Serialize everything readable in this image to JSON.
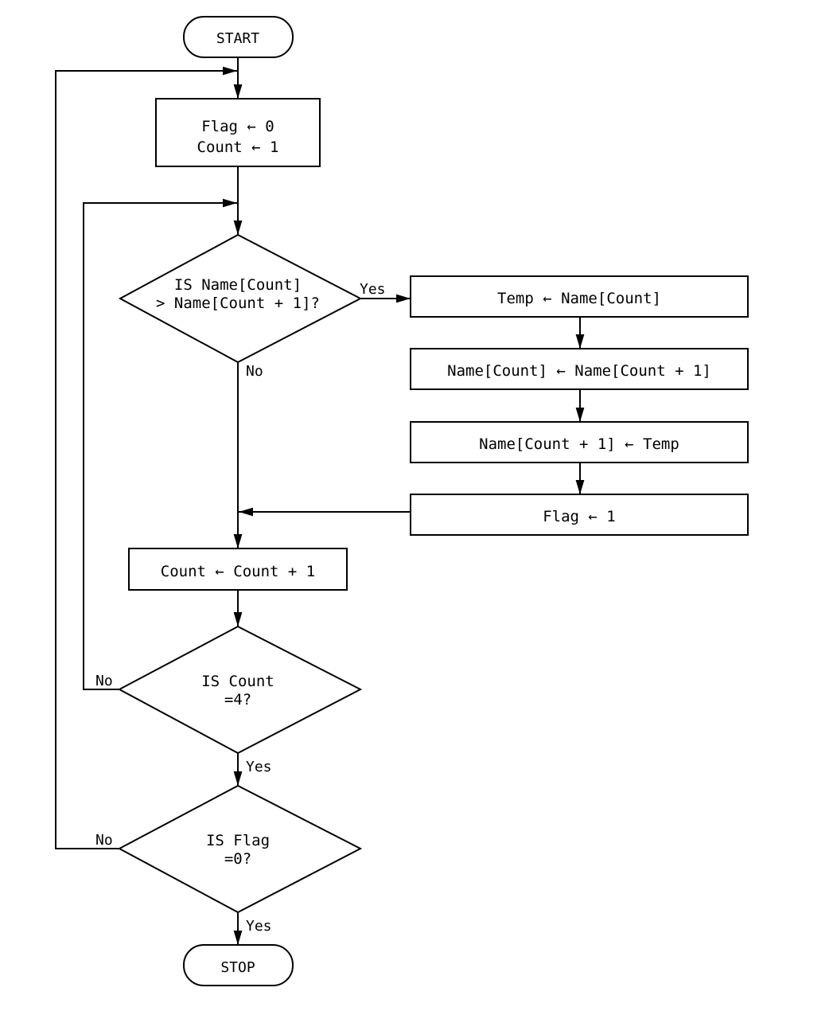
{
  "nodes": {
    "start": "START",
    "init": [
      "Flag ← 0",
      "Count ← 1"
    ],
    "compare": [
      "IS Name[Count]",
      "> Name[Count + 1]?"
    ],
    "temp_assign": "Temp ← Name[Count]",
    "swap_1": "Name[Count] ← Name[Count + 1]",
    "swap_2": "Name[Count + 1] ← Temp",
    "set_flag": "Flag ← 1",
    "increment": "Count ← Count + 1",
    "count_check": [
      "IS Count",
      "=4?"
    ],
    "flag_check": [
      "IS Flag",
      "=0?"
    ],
    "stop": "STOP"
  },
  "edge_labels": {
    "compare_yes": "Yes",
    "compare_no": "No",
    "count_no": "No",
    "count_yes": "Yes",
    "flag_no": "No",
    "flag_yes": "Yes"
  }
}
